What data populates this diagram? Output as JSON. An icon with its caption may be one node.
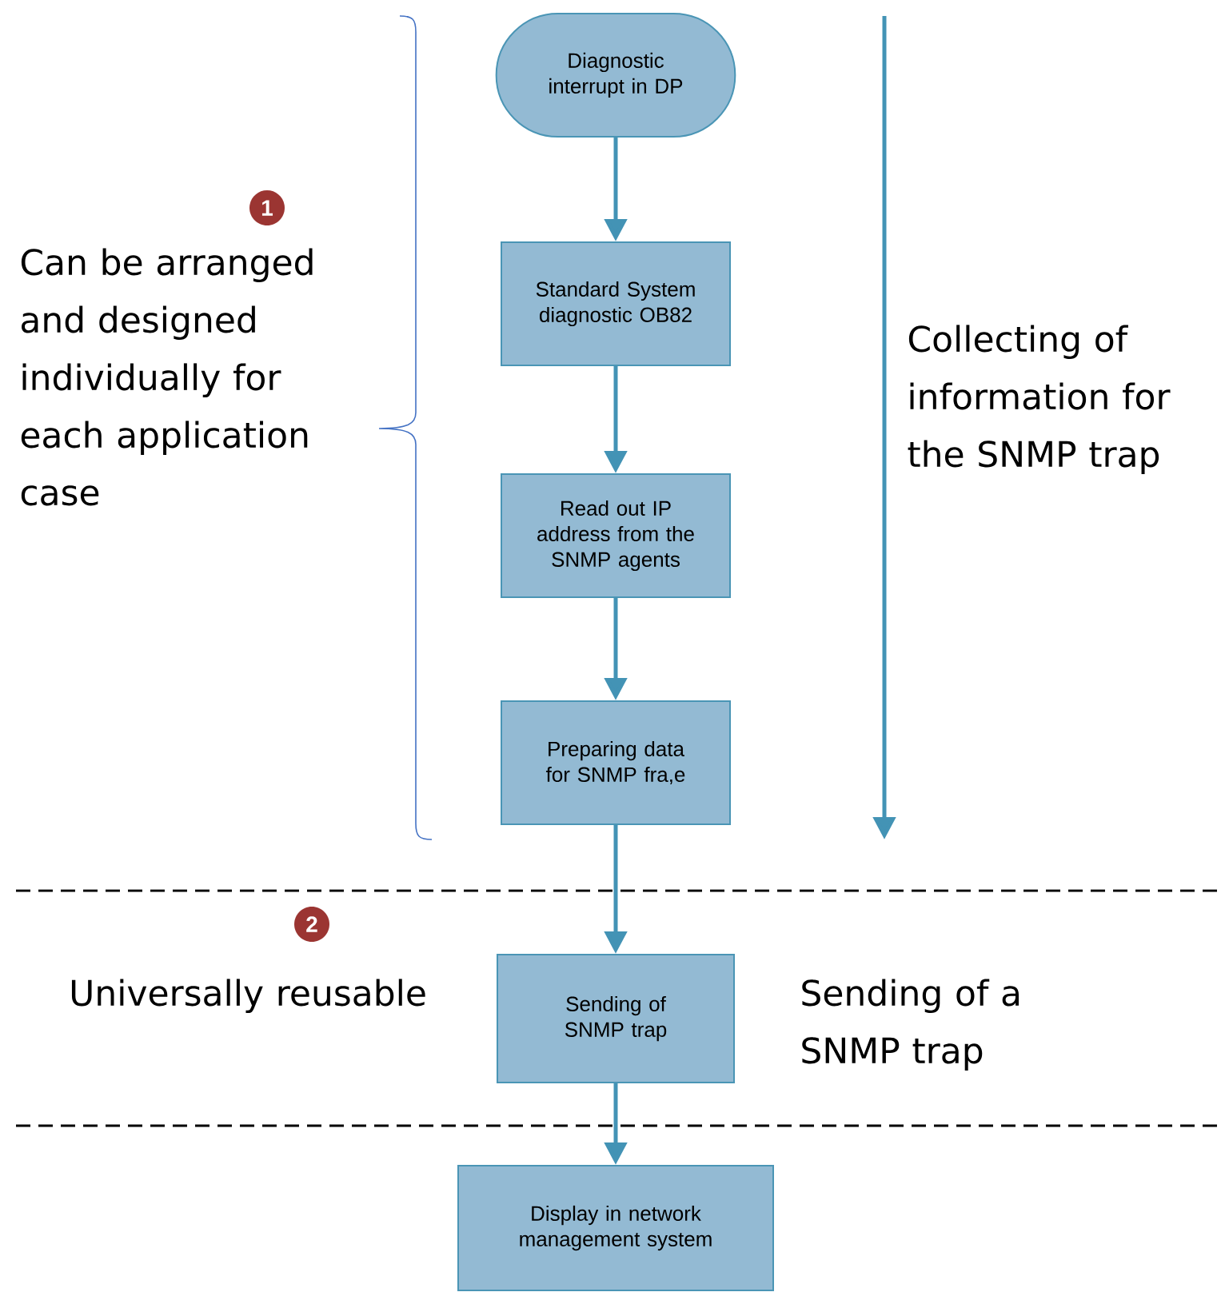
{
  "diagram": {
    "nodes": [
      {
        "text": [
          "Diagnostic interrupt in DP"
        ]
      },
      {
        "text": [
          "Standard System diagnostic OB82"
        ]
      },
      {
        "text": [
          "Read out IP address from the SNMP agents"
        ]
      },
      {
        "text": [
          "Preparing data for SNMP fra,e"
        ]
      },
      {
        "text": [
          "Sending of SNMP trap"
        ]
      },
      {
        "text": [
          "Display in network management system"
        ]
      }
    ],
    "edges": [
      {
        "from": 0,
        "to": 1,
        "arrow": "to"
      },
      {
        "from": 1,
        "to": 2,
        "arrow": "to"
      },
      {
        "from": 2,
        "to": 3,
        "arrow": "to"
      },
      {
        "from": 3,
        "to": 4,
        "arrow": "to"
      },
      {
        "from": 4,
        "to": 5,
        "arrow": "to"
      }
    ],
    "labels": [
      "1",
      "Can be arranged and designed individually for each application case",
      "Collecting of information for the SNMP trap",
      "2",
      "Universally reusable",
      "Sending of a SNMP trap"
    ]
  }
}
